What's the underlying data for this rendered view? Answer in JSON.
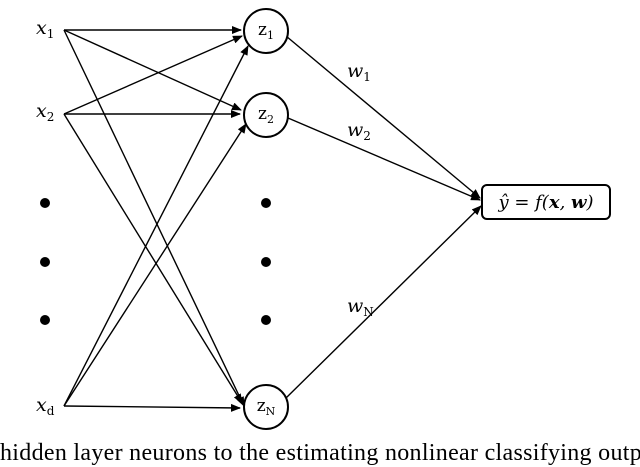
{
  "inputs": [
    {
      "base": "x",
      "sub": "1"
    },
    {
      "base": "x",
      "sub": "2"
    },
    {
      "base": "x",
      "sub": "d"
    }
  ],
  "hidden": [
    {
      "base": "z",
      "sub": "1"
    },
    {
      "base": "z",
      "sub": "2"
    },
    {
      "base": "z",
      "sub": "N"
    }
  ],
  "weights": [
    {
      "base": "w",
      "sub": "1"
    },
    {
      "base": "w",
      "sub": "2"
    },
    {
      "base": "w",
      "sub": "N"
    }
  ],
  "output": {
    "prefix": "ŷ = f(",
    "x": "x",
    "comma": ", ",
    "w": "w",
    "suffix": ")"
  },
  "caption": "hidden layer neurons to the estimating nonlinear classifying output"
}
